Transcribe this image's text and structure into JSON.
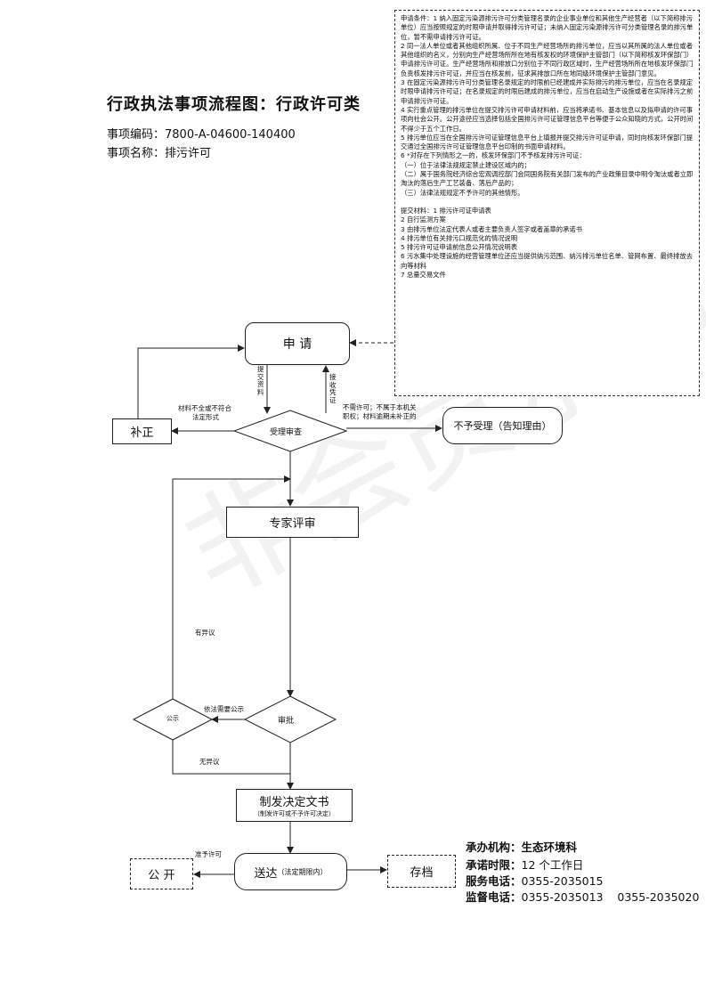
{
  "header": {
    "title": "行政执法事项流程图：行政许可类",
    "code_label": "事项编码：",
    "code_value": "7800-A-04600-140400",
    "name_label": "事项名称：",
    "name_value": "排污许可"
  },
  "notes": {
    "conditions": [
      "申请条件：1 纳入固定污染源排污许可分类管理名录的企业事业单位和其他生产经营者（以下简称排污单位）应当按照规定的时限申请并取得排污许可证；未纳入固定污染源排污许可分类管理名录的排污单位，暂不需申请排污许可证。",
      "2 同一法人单位或者其他组织所属、位于不同生产经营场所的排污单位，应当以其所属的法人单位或者其他组织的名义，分别向生产经营场所所在地有核发权的环境保护主管部门（以下简称核发环保部门）申请排污许可证。生产经营场所和排放口分别位于不同行政区域时，生产经营场所所在地核发环保部门负责核发排污许可证，并应当在核发前，征求其排放口所在地同级环境保护主管部门意见。",
      "3 在固定污染源排污许可分类管理名录规定的时限前已经建成并实际排污的排污单位，应当在名录规定时限申请排污许可证；在名录规定的时限后建成的排污单位，应当在启动生产设施或者在实际排污之前申请排污许可证。",
      "4 实行重点管理的排污单位在提交排污许可申请材料前，应当将承诺书、基本信息以及拟申请的许可事项向社会公开。公开途径应当选择包括全国排污许可证管理信息平台等便于公众知晓的方式，公开时间不得少于五个工作日。",
      "5 排污单位应当在全国排污许可证管理信息平台上填报并提交排污许可证申请，同时向核发环保部门提交通过全国排污许可证管理信息平台印制的书面申请材料。",
      "6 *对存在下列情形之一的，核发环保部门不予核发排污许可证：",
      "（一）位于法律法规规定禁止建设区域内的；",
      "（二）属于国务院经济综合宏观调控部门会同国务院有关部门发布的产业政策目录中明令淘汰或者立即淘汰的落后生产工艺装备、落后产品的；",
      "（三）法律法规规定不予许可的其他情形。"
    ],
    "materials": [
      "提交材料：1 排污许可证申请表",
      "2 自行监测方案",
      "3 由排污单位法定代表人或者主要负责人签字或者盖章的承诺书",
      "4 排污单位有关排污口规范化的情况说明",
      "5 排污许可证申请前信息公开情况说明表",
      "6 污水集中处理设施的经营管理单位还应当提供纳污范围、纳污排污单位名单、管网布置、最终排放去向等材料",
      "7 总量交易文件"
    ]
  },
  "flow": {
    "apply": "申 请",
    "supplement": "补正",
    "review": "受理审查",
    "reject": "不予受理（告知理由）",
    "expert": "专家评审",
    "approve": "审批",
    "publicity": "公示",
    "decision": "制发决定文书",
    "decision_sub": "（制发许可或不予许可决定）",
    "deliver": "送达",
    "deliver_sub": "（法定期限内）",
    "public": "公 开",
    "archive": "存档"
  },
  "labels": {
    "submit_materials": "提交资料",
    "receive_cert": "接收凭证",
    "incomplete": "材料不全或不符合",
    "incomplete2": "法定形式",
    "no_permit": "不需许可；不属于本机关",
    "no_permit2": "职权；材料逾期未补正的",
    "objection": "有异议",
    "need_publicity": "依法需要公示",
    "no_objection": "无异议",
    "grant": "准予许可"
  },
  "info": {
    "org_label": "承办机构：",
    "org_value": "生态环境科",
    "limit_label": "承诺时限：",
    "limit_value": "12 个工作日",
    "service_label": "服务电话：",
    "service_value": "0355-2035015",
    "supervise_label": "监督电话：",
    "supervise_value": "0355-2035013    0355-2035020"
  },
  "watermark": "非会员水印"
}
